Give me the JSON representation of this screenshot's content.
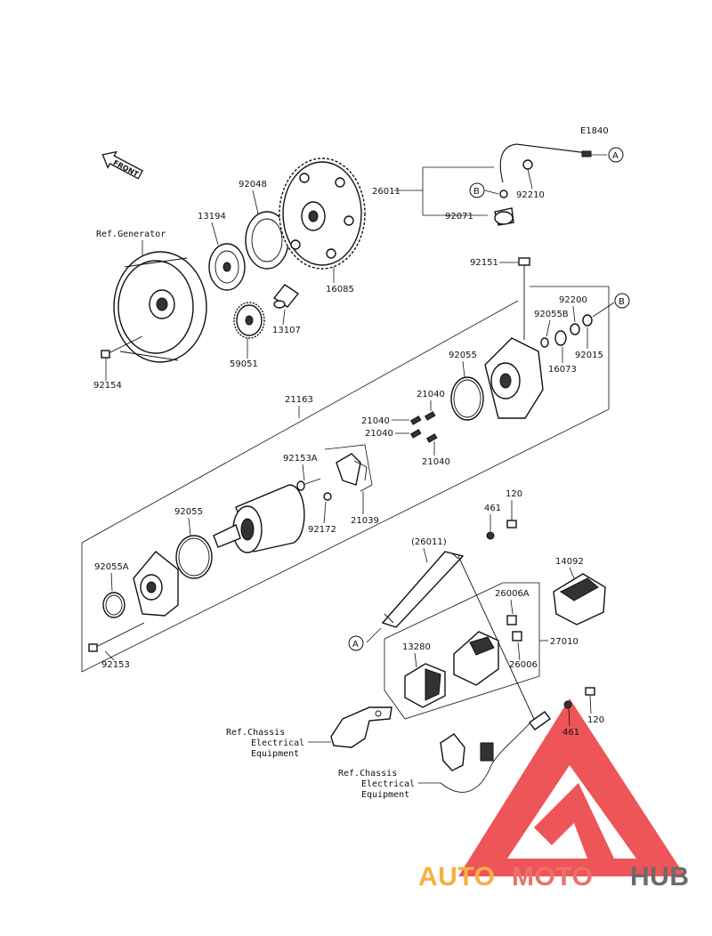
{
  "diagram_code": "E1840",
  "front_arrow_label": "FRONT",
  "callouts": {
    "a": "A",
    "b": "B"
  },
  "labels": {
    "p26011": "26011",
    "p92210": "92210",
    "p92071": "92071",
    "p92048": "92048",
    "p13194": "13194",
    "ref_generator": "Ref.Generator",
    "p16085": "16085",
    "p92151": "92151",
    "p92200": "92200",
    "p92055b": "92055B",
    "p92015": "92015",
    "p16073": "16073",
    "p13107": "13107",
    "p59051": "59051",
    "p92154": "92154",
    "p21163": "21163",
    "p92055_top": "92055",
    "p21040_a": "21040",
    "p21040_b": "21040",
    "p21040_c": "21040",
    "p21040_d": "21040",
    "p92153a": "92153A",
    "p21039": "21039",
    "p92172": "92172",
    "p92055_mid": "92055",
    "p120_top": "120",
    "p461_top": "461",
    "p26011_paren": "(26011)",
    "p14092": "14092",
    "p92055a": "92055A",
    "p26006a": "26006A",
    "p27010": "27010",
    "p13280": "13280",
    "p26006": "26006",
    "p92153": "92153",
    "ref_chassis_1_line1": "Ref.Chassis",
    "ref_chassis_1_line2": "Electrical",
    "ref_chassis_1_line3": "Equipment",
    "ref_chassis_2_line1": "Ref.Chassis",
    "ref_chassis_2_line2": "Electrical",
    "ref_chassis_2_line3": "Equipment",
    "p120_bot": "120",
    "p461_bot": "461"
  },
  "watermark": {
    "part1": "AUTO",
    "part2": "MOTO",
    "part3": "HUB",
    "color1": "#f5b040",
    "color2": "#ee6f6a",
    "color3": "#6b6b6b",
    "logo_color": "#e8262a"
  }
}
